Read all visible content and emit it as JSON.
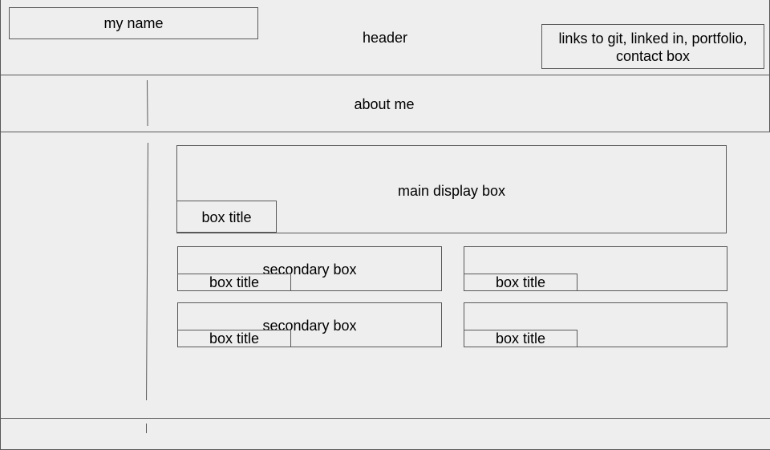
{
  "header": {
    "label": "header",
    "name_box": "my name",
    "links_box_line1": "links to git, linked in, portfolio,",
    "links_box_line2": "contact box"
  },
  "about": {
    "label": "about me"
  },
  "main": {
    "main_box_label": "main display box",
    "main_box_title": "box title",
    "secondary": [
      {
        "label": "secondary box",
        "title": "box title"
      },
      {
        "label": "",
        "title": "box title"
      },
      {
        "label": "secondary box",
        "title": "box title"
      },
      {
        "label": "",
        "title": "box title"
      }
    ]
  }
}
